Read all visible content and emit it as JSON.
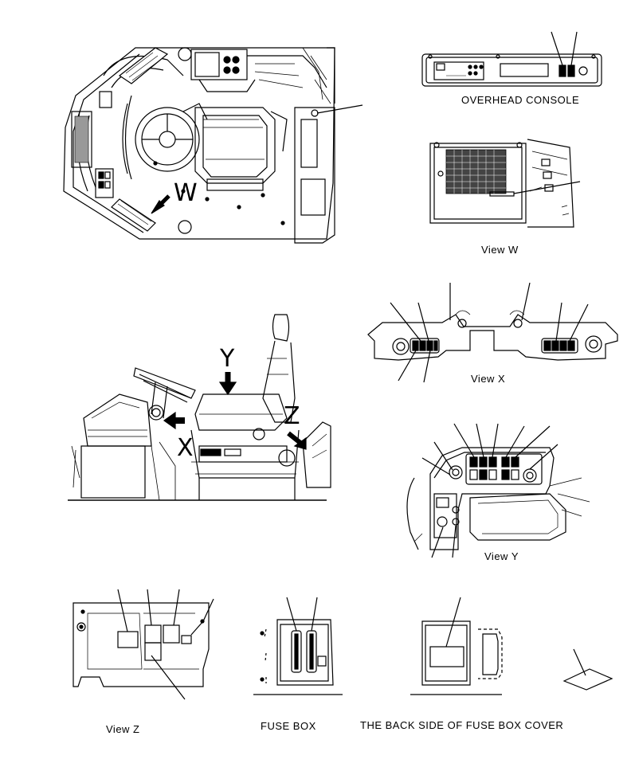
{
  "captions": {
    "overhead_console": "OVERHEAD CONSOLE",
    "view_w": "View W",
    "view_x": "View X",
    "view_y": "View Y",
    "view_z": "View Z",
    "fuse_box": "FUSE BOX",
    "fuse_box_cover": "THE BACK SIDE OF FUSE BOX COVER"
  },
  "view_markers": {
    "w": "W",
    "y": "Y",
    "z": "Z",
    "x": "X"
  },
  "colors": {
    "line": "#000000",
    "background": "#ffffff"
  }
}
